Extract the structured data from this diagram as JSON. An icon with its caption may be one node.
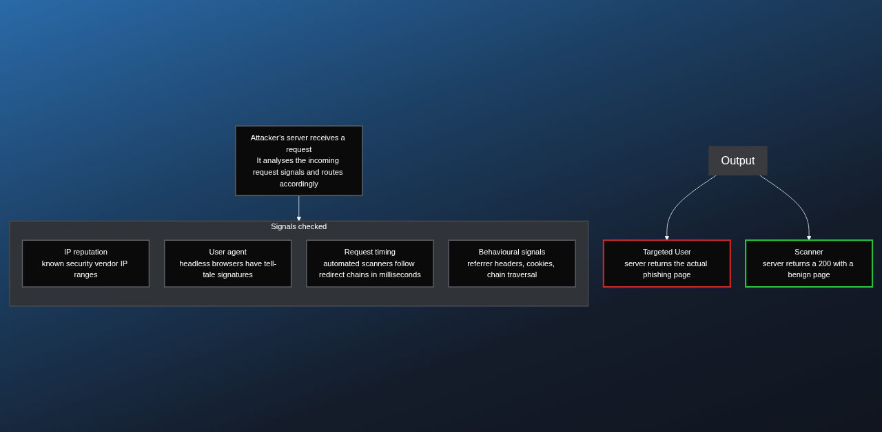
{
  "diagram": {
    "nodes": [
      {
        "text": [
          "Attacker’s server receives a request",
          "It analyses the incoming request signals and routes accordingly"
        ]
      },
      {
        "text": [
          "Signals checked"
        ]
      },
      {
        "text": [
          "IP reputation",
          "known security vendor IP ranges"
        ],
        "in": 1
      },
      {
        "text": [
          "User agent",
          "headless browsers have tell-tale signatures"
        ],
        "in": 1
      },
      {
        "text": [
          "Request timing",
          "automated scanners follow redirect chains in milliseconds"
        ],
        "in": 1
      },
      {
        "text": [
          "Behavioural signals",
          "referrer headers, cookies, chain traversal"
        ],
        "in": 1
      },
      {
        "text": [
          "Output"
        ]
      },
      {
        "text": [
          "Targeted User",
          "server returns the actual phishing page"
        ]
      },
      {
        "text": [
          "Scanner",
          "server returns a 200 with a benign page"
        ]
      }
    ],
    "edges": [
      {
        "from": 0,
        "to": 1,
        "arrow": "to"
      },
      {
        "from": 6,
        "to": 7,
        "arrow": "to"
      },
      {
        "from": 6,
        "to": 8,
        "arrow": "to"
      }
    ]
  }
}
